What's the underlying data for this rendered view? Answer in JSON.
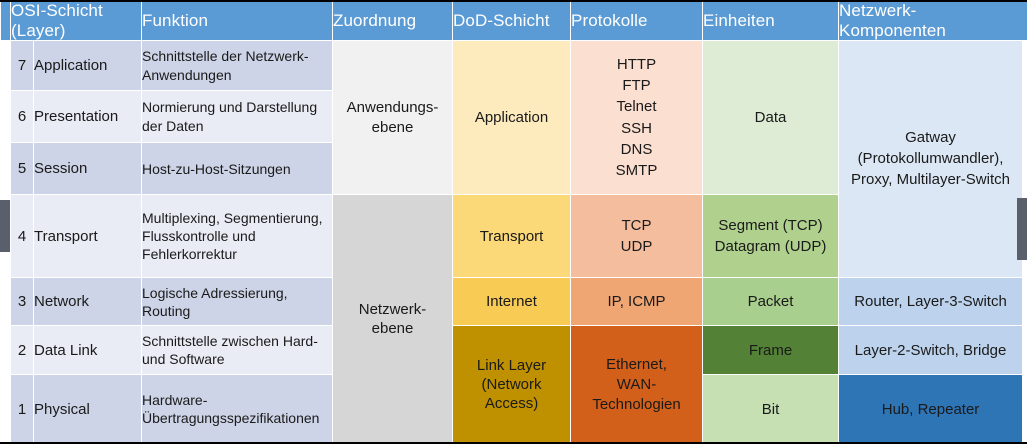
{
  "table": {
    "headers": [
      "OSI-Schicht (Layer)",
      "Funktion",
      "Zuordnung",
      "DoD-Schicht",
      "Protokolle",
      "Einheiten",
      "Netzwerk-Komponenten"
    ],
    "header_lines": {
      "osi_line1": "OSI-Schicht",
      "osi_line2": "(Layer)",
      "funktion": "Funktion",
      "zuordnung": "Zuordnung",
      "dod": "DoD-Schicht",
      "protokolle": "Protokolle",
      "einheiten": "Einheiten",
      "netzwerk_line1": "Netzwerk-",
      "netzwerk_line2": "Komponenten"
    },
    "rows": [
      {
        "number": "7",
        "layer": "Application",
        "funktion": "Schnittstelle der Netzwerk-Anwendungen"
      },
      {
        "number": "6",
        "layer": "Presentation",
        "funktion": "Normierung und Darstellung der Daten"
      },
      {
        "number": "5",
        "layer": "Session",
        "funktion": "Host-zu-Host-Sitzungen"
      },
      {
        "number": "4",
        "layer": "Transport",
        "funktion": "Multiplexing, Segmentierung, Flusskontrolle und Fehlerkorrektur"
      },
      {
        "number": "3",
        "layer": "Network",
        "funktion": "Logische Adressierung, Routing"
      },
      {
        "number": "2",
        "layer": "Data Link",
        "funktion": "Schnittstelle zwischen Hard- und Software"
      },
      {
        "number": "1",
        "layer": "Physical",
        "funktion": "Hardware-Übertragungsspezifikationen"
      }
    ],
    "zuordnung": {
      "anwendungsebene_line1": "Anwendungs-",
      "anwendungsebene_line2": "ebene",
      "netzwerkebene_line1": "Netzwerk-",
      "netzwerkebene_line2": "ebene"
    },
    "dod_schicht": {
      "application": "Application",
      "transport": "Transport",
      "internet": "Internet",
      "link_line1": "Link Layer",
      "link_line2": "(Network",
      "link_line3": "Access)"
    },
    "protokolle": {
      "application": [
        "HTTP",
        "FTP",
        "Telnet",
        "SSH",
        "DNS",
        "SMTP"
      ],
      "transport": [
        "TCP",
        "UDP"
      ],
      "internet": "IP, ICMP",
      "link": [
        "Ethernet,",
        "WAN-",
        "Technologien"
      ]
    },
    "einheiten": {
      "data": "Data",
      "transport_line1": "Segment (TCP)",
      "transport_line2": "Datagram (UDP)",
      "packet": "Packet",
      "frame": "Frame",
      "bit": "Bit"
    },
    "netzwerk_komponenten": {
      "gateway_line1": "Gatway",
      "gateway_line2": "(Protokollumwandler),",
      "gateway_line3": "Proxy, Multilayer-Switch",
      "router": "Router, Layer-3-Switch",
      "switch": "Layer-2-Switch, Bridge",
      "hub": "Hub, Repeater"
    }
  },
  "colors": {
    "header_blue": "#5B9BD5",
    "osi_stripe_dark": "#CED4E7",
    "osi_stripe_light": "#E9ECF5",
    "zuordnung_application": "#F1F1F1",
    "zuordnung_network": "#D6D6D6",
    "dod_application": "#FDEBBE",
    "dod_transport": "#FBD978",
    "dod_internet": "#F8CB55",
    "dod_link": "#BF9000",
    "protokolle_application": "#FBDFD1",
    "protokolle_transport": "#F4BE9E",
    "protokolle_internet": "#F0A673",
    "protokolle_link": "#D2601A",
    "einheiten_data": "#DEEBD5",
    "einheiten_segment": "#AFD18D",
    "einheiten_packet": "#A9CF8E",
    "einheiten_frame": "#538135",
    "einheiten_bit": "#C6E0B4",
    "netz_gateway": "#DCE7F5",
    "netz_router": "#BDD3ED",
    "netz_hub": "#2E75B6",
    "scrollbar_thumb": "#595F6B"
  }
}
